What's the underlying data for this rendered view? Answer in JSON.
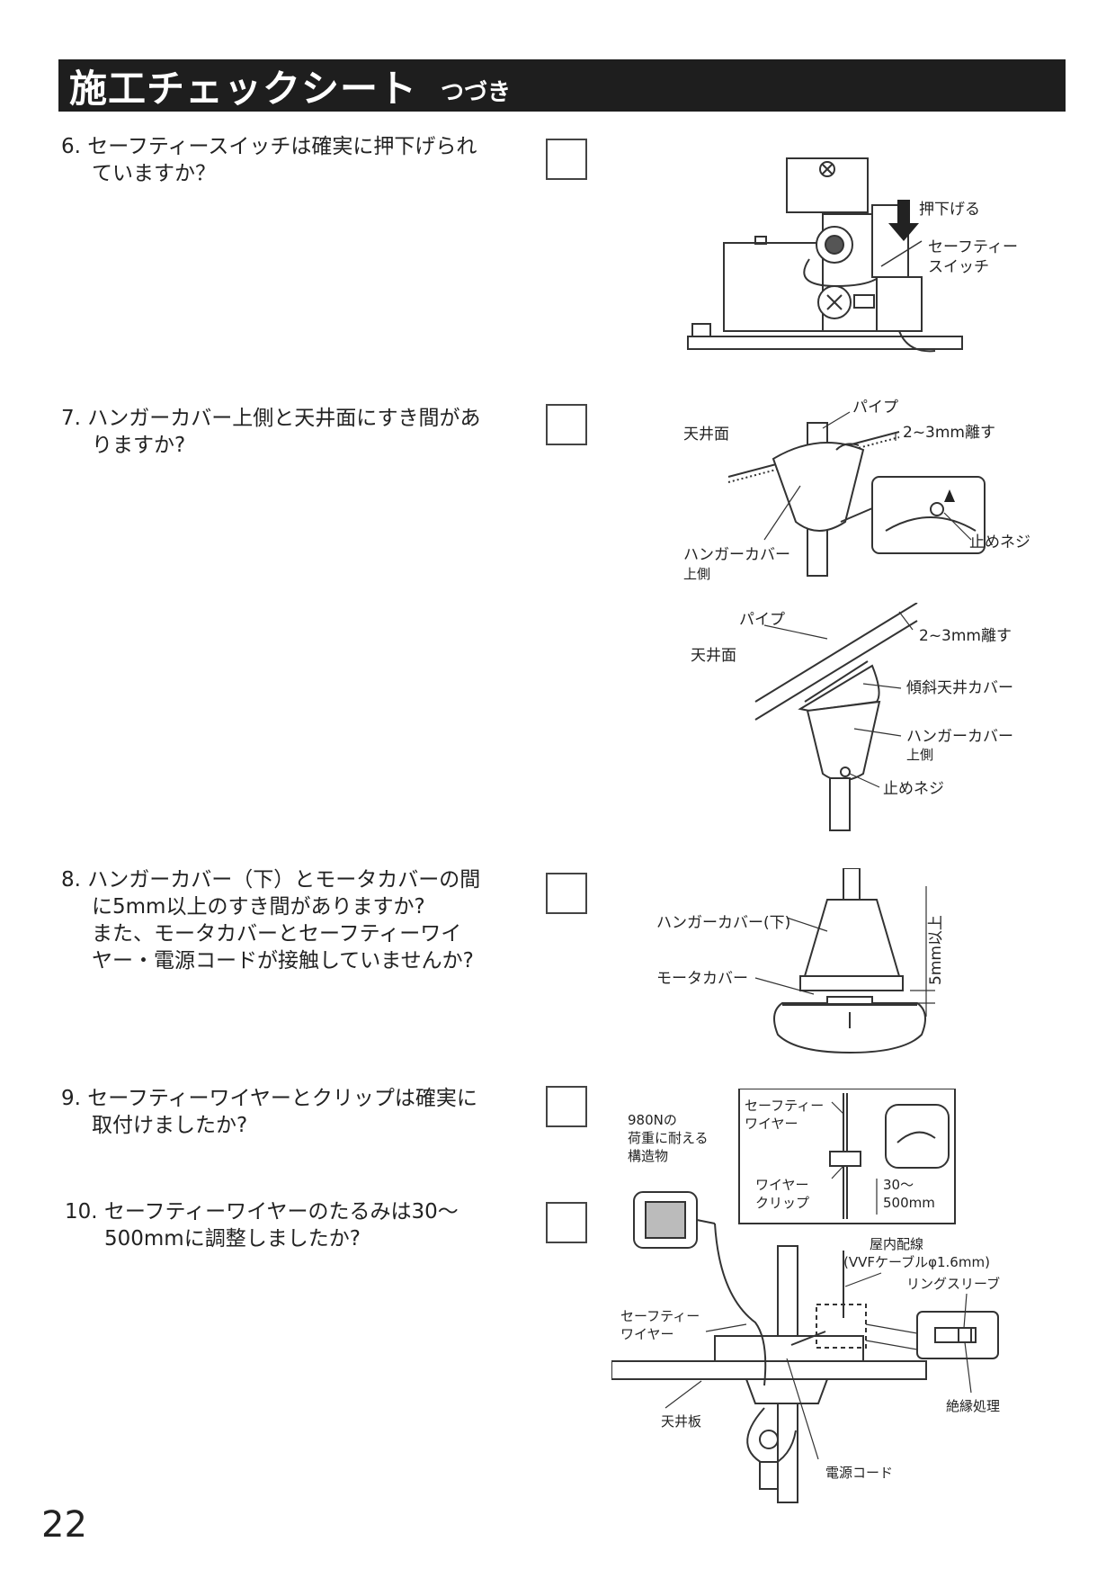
{
  "header": {
    "title": "施工チェックシート",
    "subtitle": "つづき"
  },
  "items": [
    {
      "num": "6.",
      "line1": "セーフティースイッチは確実に押下げられ",
      "line2": "ていますか？"
    },
    {
      "num": "7.",
      "line1": "ハンガーカバー上側と天井面にすき間があ",
      "line2": "りますか?"
    },
    {
      "num": "8.",
      "line1": "ハンガーカバー（下）とモータカバーの間",
      "line2": "に5mm以上のすき間がありますか?",
      "line3": "また、モータカバーとセーフティーワイ",
      "line4": "ヤー・電源コードが接触していませんか?"
    },
    {
      "num": "9.",
      "line1": "セーフティーワイヤーとクリップは確実に",
      "line2": "取付けましたか?"
    },
    {
      "num": "10.",
      "line1": "セーフティーワイヤーのたるみは30〜",
      "line2": "500mmに調整しましたか?"
    }
  ],
  "fig1": {
    "push": "押下げる",
    "switch1": "セーフティー",
    "switch2": "スイッチ"
  },
  "fig2": {
    "pipe": "パイプ",
    "gap": "2~3mm離す",
    "ceiling": "天井面",
    "hanger1": "ハンガーカバー",
    "hanger2": "上側",
    "screw": "止めネジ"
  },
  "fig3": {
    "pipe": "パイプ",
    "gap": "2~3mm離す",
    "ceiling": "天井面",
    "slope": "傾斜天井カバー",
    "hanger1": "ハンガーカバー",
    "hanger2": "上側",
    "screw": "止めネジ"
  },
  "fig4": {
    "hanger": "ハンガーカバー(下)",
    "motor": "モータカバー",
    "dim": "5mm以上"
  },
  "fig5": {
    "load1": "980Nの",
    "load2": "荷重に耐える",
    "load3": "構造物",
    "wire_in1": "セーフティー",
    "wire_in2": "ワイヤー",
    "clip1": "ワイヤー",
    "clip2": "クリップ",
    "dim1": "30〜",
    "dim2": "500mm",
    "indoor1": "屋内配線",
    "indoor2": "(VVFケーブルφ1.6mm)",
    "ring": "リングスリーブ",
    "wire_out1": "セーフティー",
    "wire_out2": "ワイヤー",
    "insulate": "絶縁処理",
    "board": "天井板",
    "cord": "電源コード"
  },
  "page_number": "22"
}
